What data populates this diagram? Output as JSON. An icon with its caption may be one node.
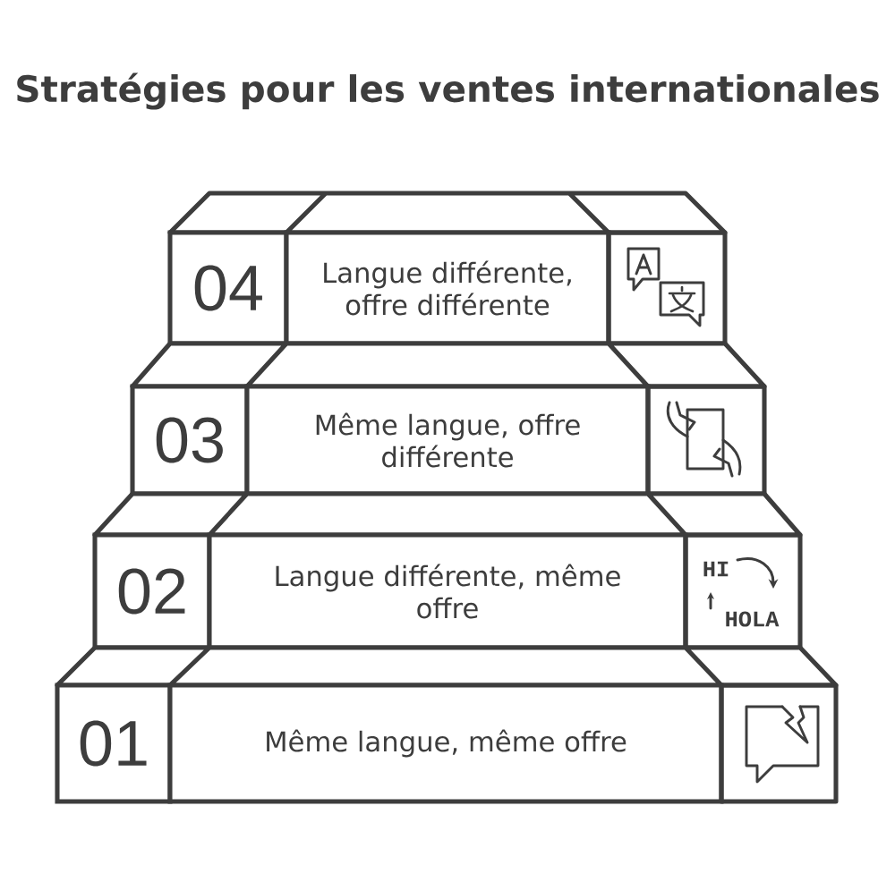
{
  "diagram": {
    "title": "Stratégies pour les ventes internationales",
    "nodes": [
      {
        "text": [
          "04",
          "Langue différente, offre différente"
        ]
      },
      {
        "text": [
          "03",
          "Même langue, offre différente"
        ]
      },
      {
        "text": [
          "02",
          "Langue différente, même offre"
        ]
      },
      {
        "text": [
          "01",
          "Même langue, même offre"
        ]
      }
    ],
    "labels": [
      "HI",
      "HOLA"
    ]
  }
}
